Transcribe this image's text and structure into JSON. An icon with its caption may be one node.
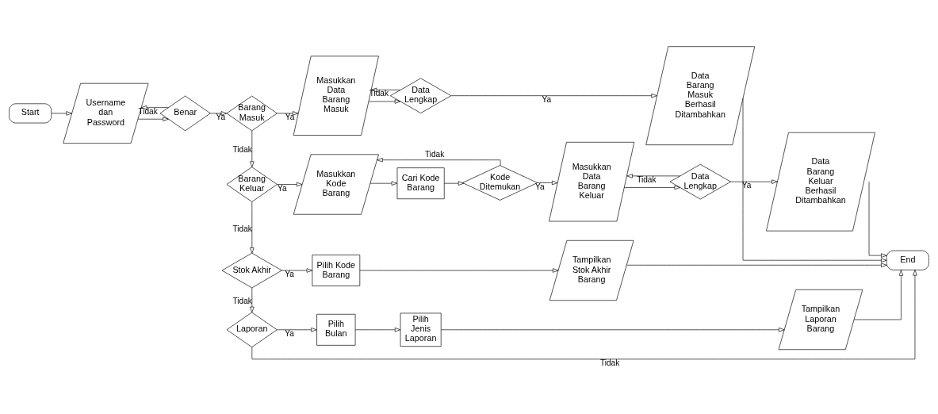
{
  "diagram": {
    "nodes": [
      {
        "text": [
          "Start"
        ]
      },
      {
        "text": [
          "Username dan Password"
        ]
      },
      {
        "text": [
          "Benar"
        ]
      },
      {
        "text": [
          "Barang Masuk"
        ]
      },
      {
        "text": [
          "Masukkan Data Barang Masuk"
        ]
      },
      {
        "text": [
          "Data Lengkap"
        ]
      },
      {
        "text": [
          "Data Barang Masuk Berhasil Ditambahkan"
        ]
      },
      {
        "text": [
          "Barang Keluar"
        ]
      },
      {
        "text": [
          "Masukkan Kode Barang"
        ]
      },
      {
        "text": [
          "Cari Kode Barang"
        ]
      },
      {
        "text": [
          "Kode Ditemukan"
        ]
      },
      {
        "text": [
          "Masukkan Data Barang Keluar"
        ]
      },
      {
        "text": [
          "Data Lengkap"
        ]
      },
      {
        "text": [
          "Data Barang Keluar Berhasil Ditambahkan"
        ]
      },
      {
        "text": [
          "Stok Akhir"
        ]
      },
      {
        "text": [
          "Pilih Kode Barang"
        ]
      },
      {
        "text": [
          "Tampilkan Stok Akhir Barang"
        ]
      },
      {
        "text": [
          "Laporan"
        ]
      },
      {
        "text": [
          "Pilih Bulan"
        ]
      },
      {
        "text": [
          "Pilih Jenis Laporan"
        ]
      },
      {
        "text": [
          "Tampilkan Laporan Barang"
        ]
      },
      {
        "text": [
          "End"
        ]
      }
    ],
    "edges": [
      {
        "from": 0,
        "to": 1,
        "arrow": "to"
      },
      {
        "from": 1,
        "to": 2,
        "arrow": "to"
      },
      {
        "from": 2,
        "to": 1,
        "arrow": "to",
        "label": "Tidak"
      },
      {
        "from": 2,
        "to": 3,
        "arrow": "to",
        "label": "Ya"
      },
      {
        "from": 3,
        "to": 4,
        "arrow": "to",
        "label": "Ya"
      },
      {
        "from": 4,
        "to": 5,
        "arrow": "to"
      },
      {
        "from": 5,
        "to": 4,
        "arrow": "to",
        "label": "Tidak"
      },
      {
        "from": 5,
        "to": 6,
        "arrow": "to",
        "label": "Ya"
      },
      {
        "from": 6,
        "to": 21,
        "arrow": "to"
      },
      {
        "from": 3,
        "to": 7,
        "arrow": "to",
        "label": "Tidak"
      },
      {
        "from": 7,
        "to": 8,
        "arrow": "to",
        "label": "Ya"
      },
      {
        "from": 8,
        "to": 9,
        "arrow": "to"
      },
      {
        "from": 9,
        "to": 10,
        "arrow": "to"
      },
      {
        "from": 10,
        "to": 8,
        "arrow": "to",
        "label": "Tidak"
      },
      {
        "from": 10,
        "to": 11,
        "arrow": "to",
        "label": "Ya"
      },
      {
        "from": 11,
        "to": 12,
        "arrow": "to"
      },
      {
        "from": 12,
        "to": 11,
        "arrow": "to",
        "label": "Tidak"
      },
      {
        "from": 12,
        "to": 13,
        "arrow": "to",
        "label": "Ya"
      },
      {
        "from": 13,
        "to": 21,
        "arrow": "to"
      },
      {
        "from": 7,
        "to": 14,
        "arrow": "to",
        "label": "Tidak"
      },
      {
        "from": 14,
        "to": 15,
        "arrow": "to",
        "label": "Ya"
      },
      {
        "from": 15,
        "to": 16,
        "arrow": "to"
      },
      {
        "from": 16,
        "to": 21,
        "arrow": "to"
      },
      {
        "from": 14,
        "to": 17,
        "arrow": "to",
        "label": "Tidak"
      },
      {
        "from": 17,
        "to": 18,
        "arrow": "to",
        "label": "Ya"
      },
      {
        "from": 18,
        "to": 19,
        "arrow": "to"
      },
      {
        "from": 19,
        "to": 20,
        "arrow": "to"
      },
      {
        "from": 20,
        "to": 21,
        "arrow": "to"
      },
      {
        "from": 17,
        "to": 21,
        "arrow": "to",
        "label": "Tidak"
      }
    ]
  }
}
